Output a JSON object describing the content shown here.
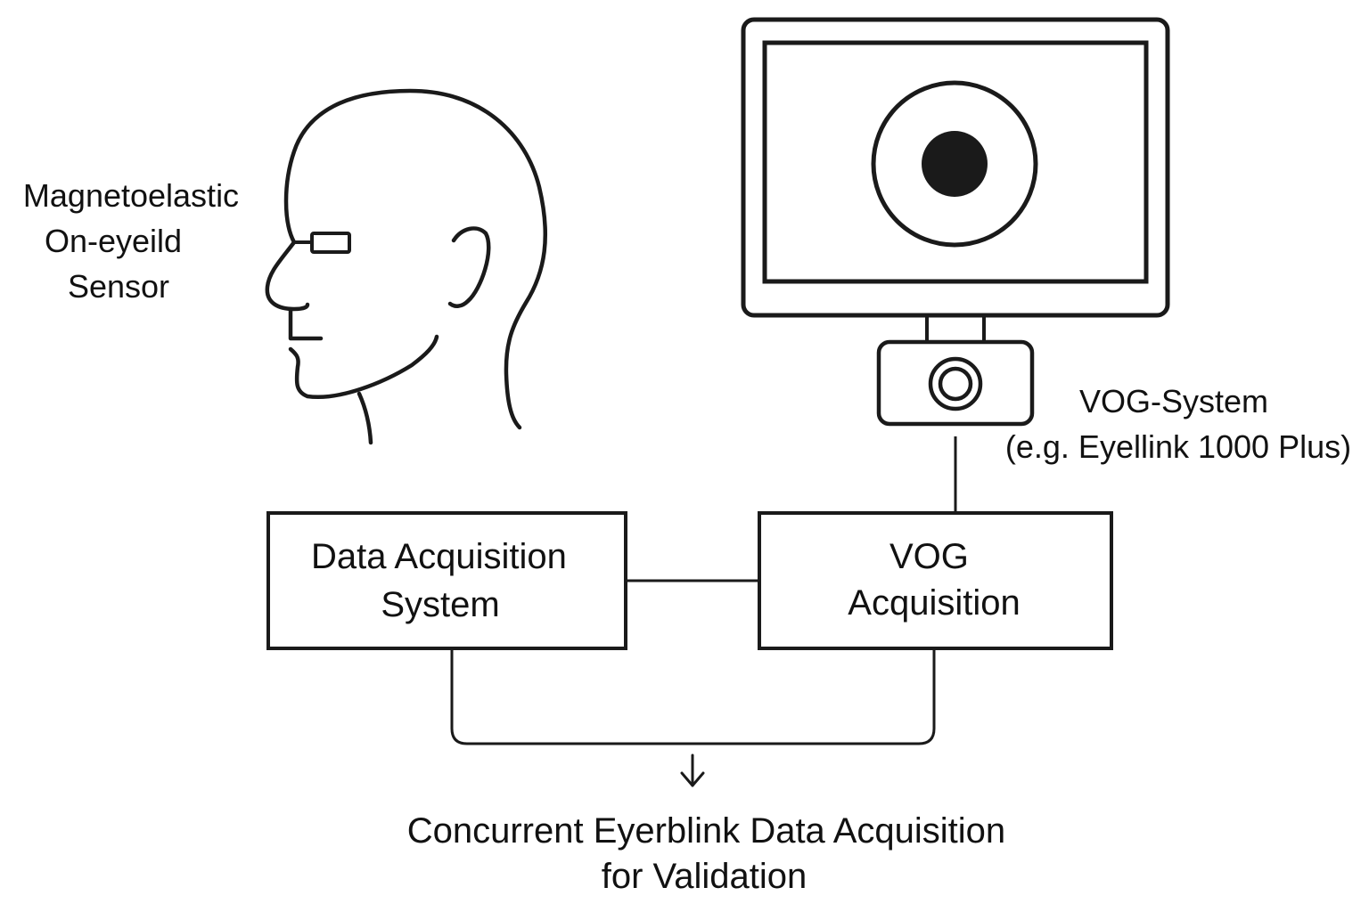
{
  "diagram": {
    "sensor_label": [
      "Magnetoelastic",
      "On-eyeild",
      "Sensor"
    ],
    "vog_system_label": [
      "VOG-System",
      "(e.g. Eyellink 1000 Plus)"
    ],
    "boxes": {
      "daq": [
        "Data Acquisition",
        "System"
      ],
      "vog": [
        "VOG",
        "Acquisition"
      ]
    },
    "output_label": [
      "Concurrent Eyerblink Data Acquisition",
      "for Validation"
    ],
    "arrow_glyph": "↓",
    "colors": {
      "stroke": "#1a1a1a",
      "background": "#ffffff",
      "pupil": "#1a1a1a"
    }
  }
}
